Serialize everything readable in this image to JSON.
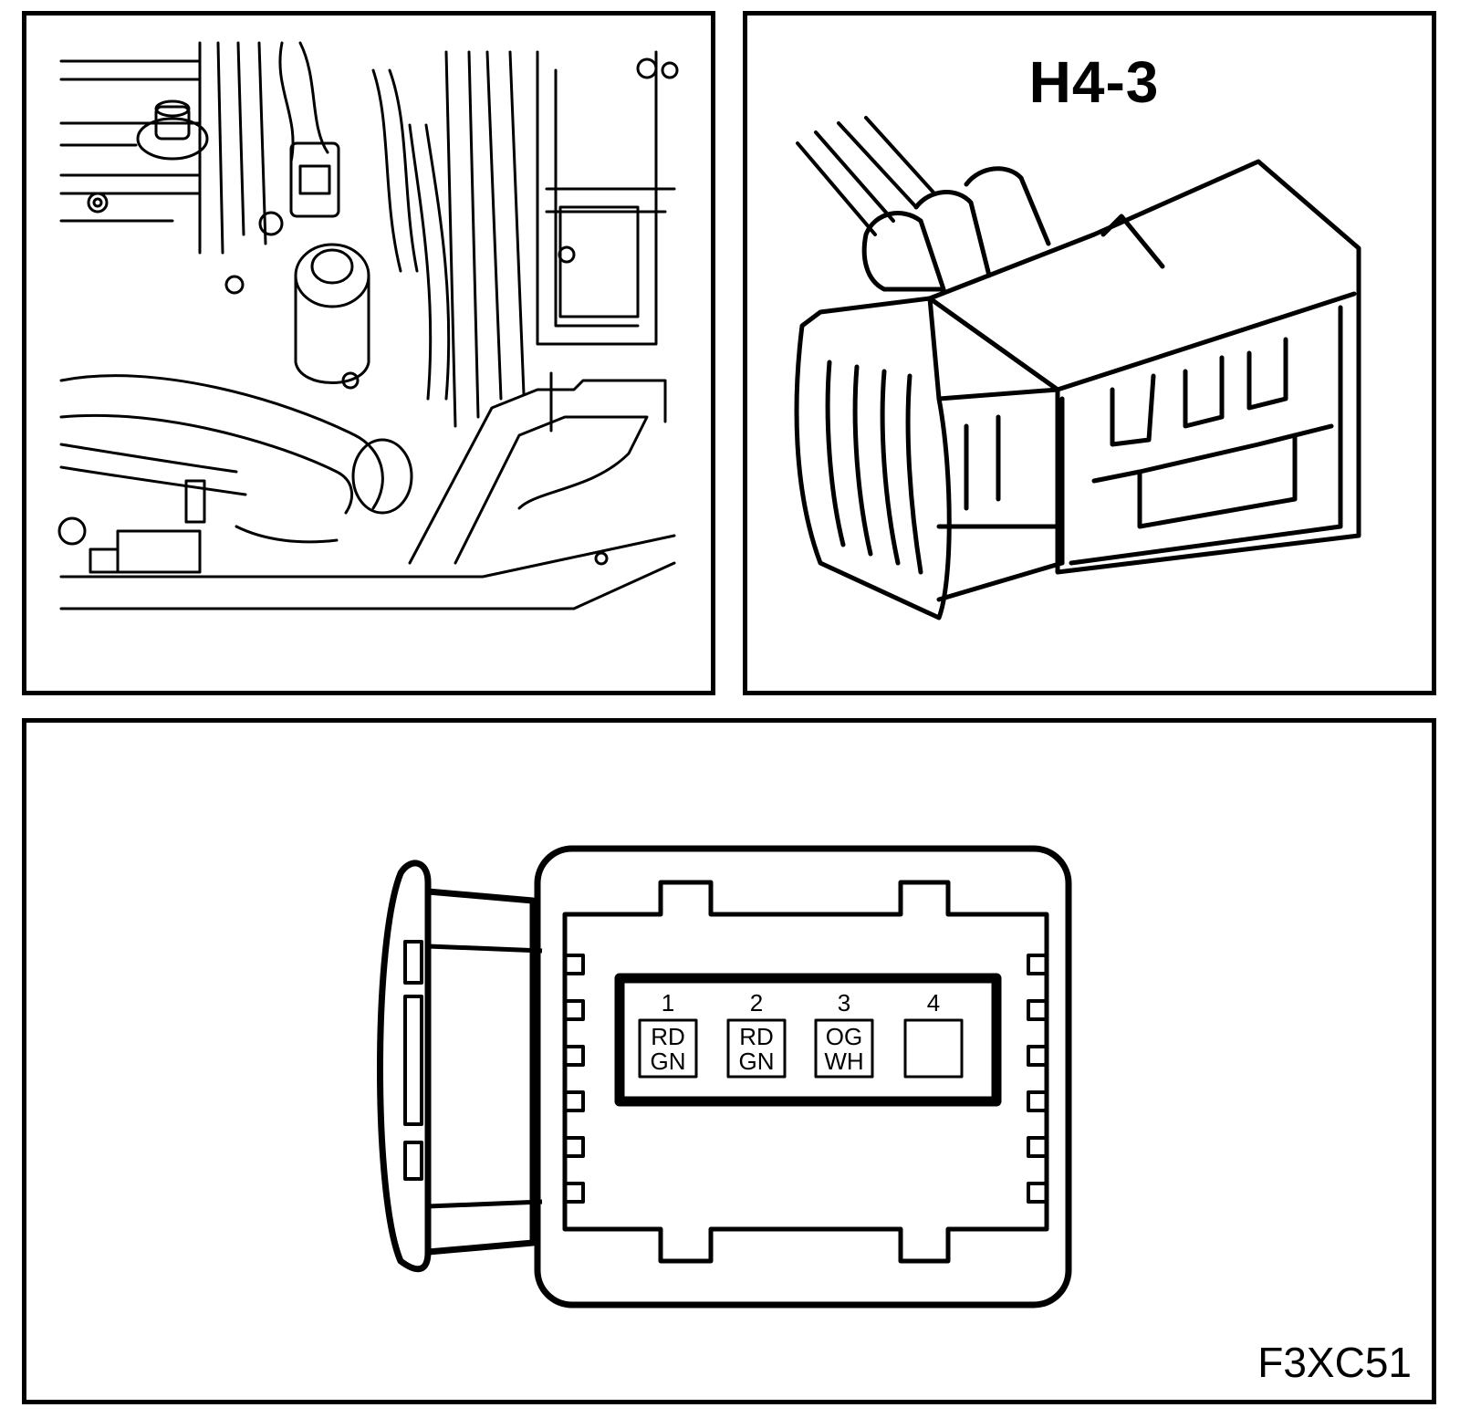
{
  "connector": {
    "title": "H4-3"
  },
  "face_view": {
    "pins": [
      {
        "number": "1",
        "color_line1": "RD",
        "color_line2": "GN"
      },
      {
        "number": "2",
        "color_line1": "RD",
        "color_line2": "GN"
      },
      {
        "number": "3",
        "color_line1": "OG",
        "color_line2": "WH"
      },
      {
        "number": "4",
        "color_line1": "",
        "color_line2": ""
      }
    ]
  },
  "figure_code": "F3XC51"
}
